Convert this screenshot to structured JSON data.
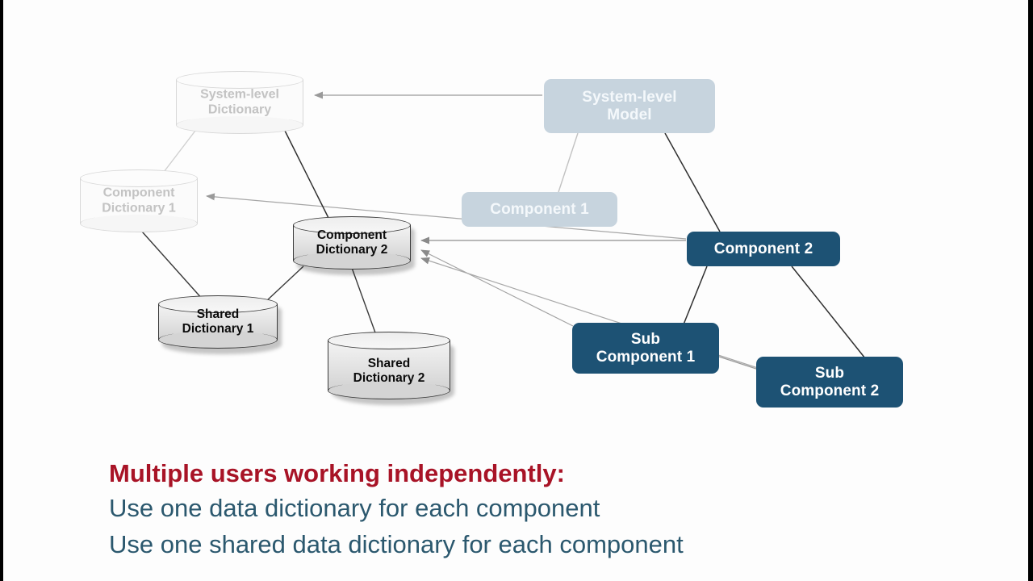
{
  "diagram": {
    "title_hidden": "",
    "colors": {
      "solid_blue": "#1d5274",
      "faded_blue": "#c7d4de",
      "cylinder_fill": "#e2e2e2",
      "cylinder_stroke": "#3a3a3a",
      "ghost_stroke": "#d8d8d8",
      "caption_red": "#a81326",
      "caption_blue": "#2b586e",
      "background": "#fdfdfd"
    },
    "nodes": {
      "system_level_dictionary": {
        "label_line1": "System-level",
        "label_line2": "Dictionary",
        "type": "cylinder",
        "state": "faded"
      },
      "component_dictionary_1": {
        "label_line1": "Component",
        "label_line2": "Dictionary 1",
        "type": "cylinder",
        "state": "faded"
      },
      "component_dictionary_2": {
        "label_line1": "Component",
        "label_line2": "Dictionary 2",
        "type": "cylinder",
        "state": "active"
      },
      "shared_dictionary_1": {
        "label_line1": "Shared",
        "label_line2": "Dictionary 1",
        "type": "cylinder",
        "state": "active"
      },
      "shared_dictionary_2": {
        "label_line1": "Shared",
        "label_line2": "Dictionary 2",
        "type": "cylinder",
        "state": "active"
      },
      "system_level_model": {
        "label_line1": "System-level",
        "label_line2": "Model",
        "type": "box",
        "state": "faded"
      },
      "component_1": {
        "label_line1": "Component 1",
        "label_line2": "",
        "type": "box",
        "state": "faded"
      },
      "component_2": {
        "label_line1": "Component 2",
        "label_line2": "",
        "type": "box",
        "state": "active"
      },
      "sub_component_1": {
        "label_line1": "Sub",
        "label_line2": "Component 1",
        "type": "box",
        "state": "active"
      },
      "sub_component_2": {
        "label_line1": "Sub",
        "label_line2": "Component 2",
        "type": "box",
        "state": "active"
      }
    },
    "caption": {
      "heading": "Multiple users working independently:",
      "line1": "Use one data dictionary for each component",
      "line2": "Use one shared data dictionary for each component"
    }
  }
}
